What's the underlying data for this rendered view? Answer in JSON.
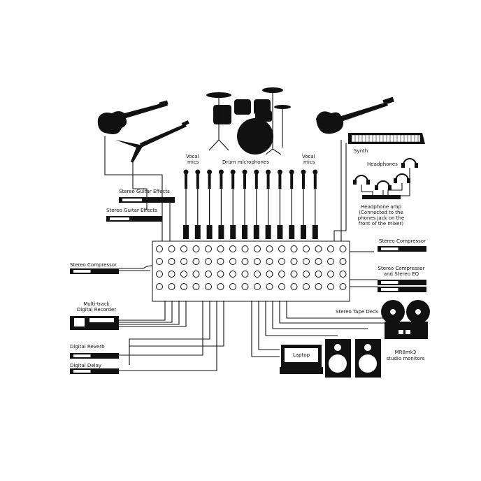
{
  "labels": {
    "vocal_mics_left": [
      "Vocal",
      "mics"
    ],
    "vocal_mics_right": [
      "Vocal",
      "mics"
    ],
    "drum_microphones": "Drum microphones",
    "synth": "Synth",
    "headphones": "Headphones",
    "headphone_amp": [
      "Headphone amp",
      "(Connected to the",
      "phones jack on the",
      "front of the mixer)"
    ],
    "stereo_guitar_effects_1": "Stereo Guitar Effects",
    "stereo_guitar_effects_2": "Stereo Guitar Effects",
    "stereo_compressor_left": "Stereo Compressor",
    "stereo_compressor_right": "Stereo Compressor",
    "stereo_compressor_eq": [
      "Stereo Compressor",
      "and Stereo EQ"
    ],
    "stereo_tape_deck": "Stereo Tape Deck",
    "multitrack_recorder": [
      "Multi-track",
      "Digital Recorder"
    ],
    "digital_reverb": "Digital Reverb",
    "digital_delay": "Digital Delay",
    "laptop": "Laptop",
    "studio_monitors": [
      "MR8mk3",
      "studio monitors"
    ]
  }
}
